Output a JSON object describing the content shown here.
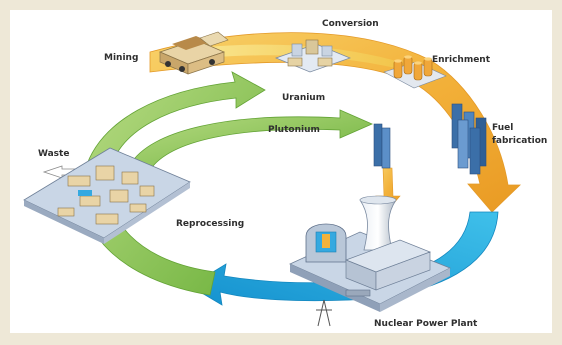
{
  "diagram": {
    "labels": {
      "mining": "Mining",
      "conversion": "Conversion",
      "enrichment": "Enrichment",
      "uranium": "Uranium",
      "fuel_line1": "Fuel",
      "fuel_line2": "fabrication",
      "plutonium": "Plutonium",
      "waste": "Waste",
      "reprocessing": "Reprocessing",
      "nuclear_plant": "Nuclear Power Plant"
    },
    "colors": {
      "frame": "#eee8d7",
      "arrow_orange": "#f3b23b",
      "arrow_yellow": "#f6df6c",
      "arrow_green": "#8bc553",
      "arrow_blue": "#1da8df",
      "building_blue": "#5b8fc8",
      "sand": "#e9d4a6"
    },
    "icons": {
      "mining": "mining-truck-icon",
      "conversion": "conversion-plant-icon",
      "enrichment": "enrichment-cylinders-icon",
      "fuel": "fuel-rods-icon",
      "plutonium": "plutonium-rod-icon",
      "waste": "waste-arrow-icon",
      "reprocessing": "reprocessing-plant-icon",
      "nuclear": "nuclear-power-plant-icon"
    }
  }
}
